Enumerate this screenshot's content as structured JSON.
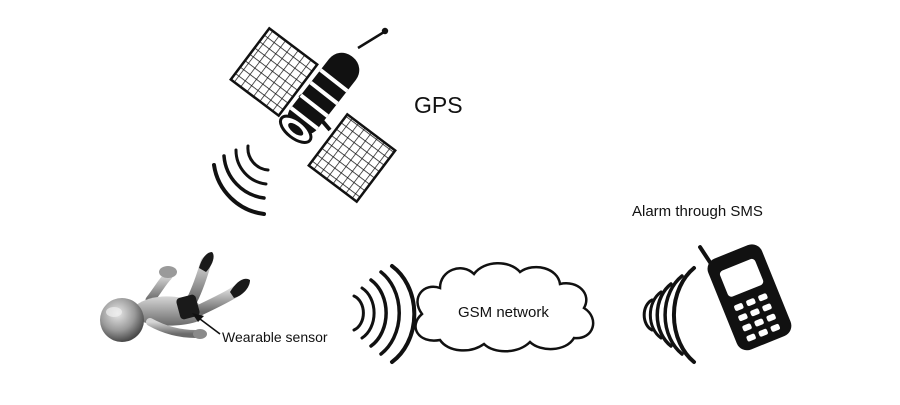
{
  "labels": {
    "gps": "GPS",
    "alarm": "Alarm through SMS",
    "gsm": "GSM network",
    "sensor": "Wearable sensor"
  },
  "icons": {
    "satellite": "satellite-icon",
    "person": "fallen-person-icon",
    "cloud": "cloud-icon",
    "phone": "mobile-phone-icon",
    "signal": "signal-waves-icon"
  },
  "colors": {
    "ink": "#111111",
    "figure": "#9a9a9a",
    "background": "#ffffff"
  }
}
